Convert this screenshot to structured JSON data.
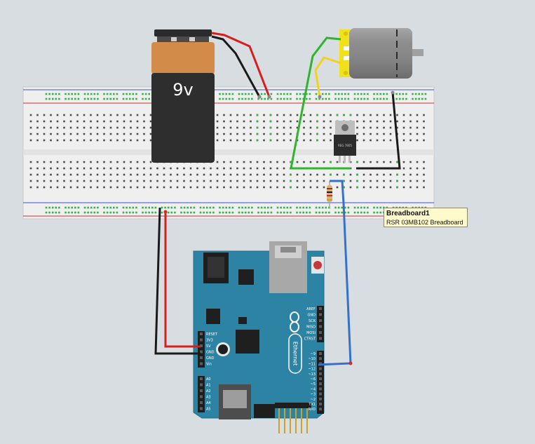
{
  "battery": {
    "label": "9v"
  },
  "tooltip": {
    "title": "Breadboard1",
    "subtitle": "RSR 03MB102 Breadboard"
  },
  "arduino": {
    "brand": "Ethernet",
    "logo": "arduino-infinity-logo",
    "power_pins": [
      "RESET",
      "3V3",
      "5V",
      "GND",
      "GND",
      "Vin"
    ],
    "analog_pins": [
      "A0",
      "A1",
      "A2",
      "A3",
      "A4",
      "A5"
    ],
    "icsp_labels": [
      "AREF",
      "GND",
      "SCK",
      "MISO",
      "MOSI",
      "CTRST"
    ],
    "digital_labels": [
      "~9",
      "~10",
      "~11",
      "~12",
      "~13",
      "~6",
      "~5",
      "~4",
      "~3",
      "~2",
      "TX1",
      "RX0"
    ]
  },
  "regulator": {
    "label": "REG 7805"
  },
  "colors": {
    "background": "#d8dde2",
    "breadboard": "#efefef",
    "rail_red": "#d12b2b",
    "rail_blue": "#3355cc",
    "hole": "#4b4b4b",
    "active_hole": "#36b24a",
    "arduino_board": "#2d83a4",
    "battery_copper": "#d38b4a",
    "battery_black": "#2e2e2e",
    "wire_green": "#30b42e",
    "wire_red": "#d51f1f",
    "wire_black": "#1a1a1a",
    "wire_yellow": "#f2d21c",
    "wire_blue": "#3670c8"
  }
}
